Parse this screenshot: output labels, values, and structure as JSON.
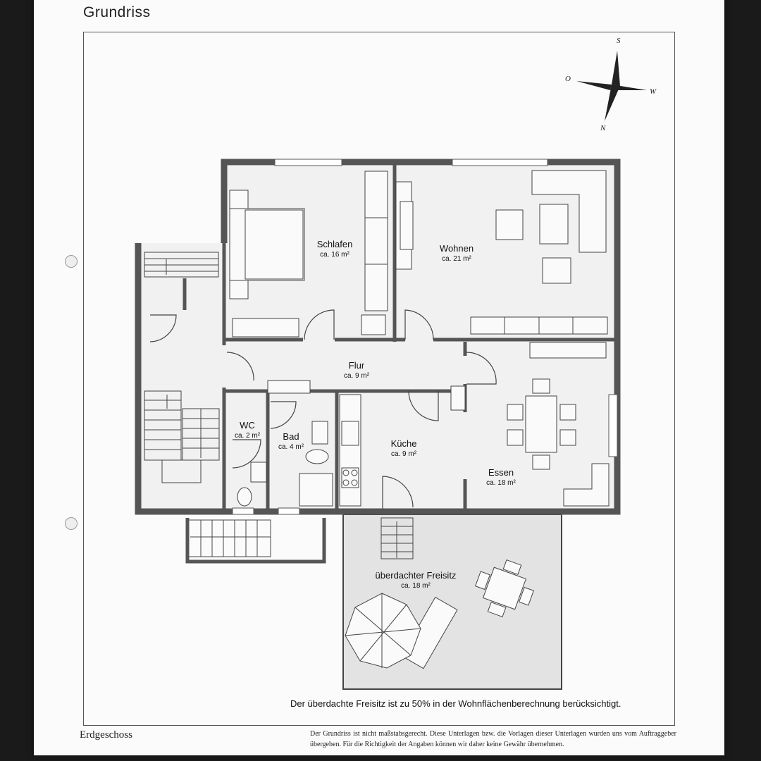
{
  "title": "Grundriss",
  "floor": "Erdgeschoss",
  "compass": {
    "north": "N",
    "south": "S",
    "east": "O",
    "west": "W"
  },
  "rooms": {
    "schlafen": {
      "name": "Schlafen",
      "area": "ca. 16 m²"
    },
    "wohnen": {
      "name": "Wohnen",
      "area": "ca. 21 m²"
    },
    "flur": {
      "name": "Flur",
      "area": "ca. 9 m²"
    },
    "wc": {
      "name": "WC",
      "area": "ca. 2 m²"
    },
    "bad": {
      "name": "Bad",
      "area": "ca. 4 m²"
    },
    "kueche": {
      "name": "Küche",
      "area": "ca. 9 m²"
    },
    "essen": {
      "name": "Essen",
      "area": "ca. 18 m²"
    },
    "freisitz": {
      "name": "überdachter Freisitz",
      "area": "ca. 18 m²"
    }
  },
  "note": "Der überdachte Freisitz ist zu 50% in der Wohnflächenberechnung berücksichtigt.",
  "disclaimer": "Der Grundriss ist nicht maßstabsgerecht. Diese Unterlagen bzw. die Vorlagen dieser Unterlagen wurden uns vom Auftraggeber übergeben. Für die Richtigkeit der Angaben können wir daher keine Gewähr übernehmen."
}
